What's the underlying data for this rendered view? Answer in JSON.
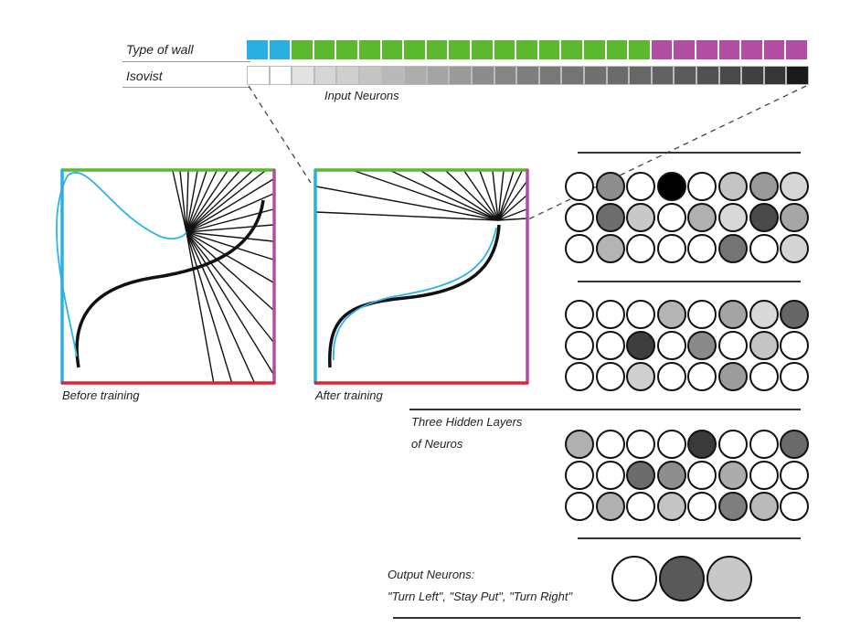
{
  "labels": {
    "type_of_wall": "Type of wall",
    "isovist": "Isovist",
    "input_neurons": "Input Neurons",
    "before_training": "Before training",
    "after_training": "After training",
    "hidden_layers_line1": "Three Hidden Layers",
    "hidden_layers_line2": "of Neuros",
    "output_neurons_line1": "Output Neurons:",
    "output_neurons_line2": "\"Turn Left\", \"Stay Put\", \"Turn Right\""
  },
  "colors": {
    "blue": "#2ab0e0",
    "green": "#5cb82e",
    "magenta": "#b24ea2",
    "red": "#dd2233",
    "path_blue": "#29b6e6",
    "path_black": "#111111"
  },
  "wall_type_row": [
    "blue",
    "blue",
    "green",
    "green",
    "green",
    "green",
    "green",
    "green",
    "green",
    "green",
    "green",
    "green",
    "green",
    "green",
    "green",
    "green",
    "green",
    "green",
    "magenta",
    "magenta",
    "magenta",
    "magenta",
    "magenta",
    "magenta",
    "magenta"
  ],
  "isovist_row": [
    "#ffffff",
    "#ffffff",
    "#e2e2e2",
    "#d6d6d6",
    "#cfcfcf",
    "#c4c4c4",
    "#b9b9b9",
    "#adadad",
    "#a4a4a4",
    "#9a9a9a",
    "#8c8c8c",
    "#858585",
    "#7e7e7e",
    "#787878",
    "#747474",
    "#707070",
    "#6b6b6b",
    "#676767",
    "#626262",
    "#5a5a5a",
    "#525252",
    "#494949",
    "#404040",
    "#363636",
    "#1a1a1a"
  ],
  "hidden_layers": [
    [
      [
        "#ffffff",
        "#8e8e8e",
        "#ffffff",
        "#000000",
        "#ffffff",
        "#c4c4c4",
        "#9a9a9a",
        "#d6d6d6"
      ],
      [
        "#ffffff",
        "#6e6e6e",
        "#c8c8c8",
        "#ffffff",
        "#b0b0b0",
        "#d8d8d8",
        "#4a4a4a",
        "#a6a6a6"
      ],
      [
        "#ffffff",
        "#b4b4b4",
        "#ffffff",
        "#ffffff",
        "#ffffff",
        "#747474",
        "#ffffff",
        "#d4d4d4"
      ]
    ],
    [
      [
        "#ffffff",
        "#ffffff",
        "#ffffff",
        "#b4b4b4",
        "#ffffff",
        "#a4a4a4",
        "#d8d8d8",
        "#666666"
      ],
      [
        "#ffffff",
        "#ffffff",
        "#3e3e3e",
        "#ffffff",
        "#8a8a8a",
        "#ffffff",
        "#c4c4c4",
        "#ffffff"
      ],
      [
        "#ffffff",
        "#ffffff",
        "#cfcfcf",
        "#ffffff",
        "#ffffff",
        "#9c9c9c",
        "#ffffff",
        "#ffffff"
      ]
    ],
    [
      [
        "#b0b0b0",
        "#ffffff",
        "#ffffff",
        "#ffffff",
        "#3a3a3a",
        "#ffffff",
        "#ffffff",
        "#6a6a6a"
      ],
      [
        "#ffffff",
        "#ffffff",
        "#6c6c6c",
        "#8e8e8e",
        "#ffffff",
        "#acacac",
        "#ffffff",
        "#ffffff"
      ],
      [
        "#ffffff",
        "#b0b0b0",
        "#ffffff",
        "#c4c4c4",
        "#ffffff",
        "#7e7e7e",
        "#bababa",
        "#ffffff"
      ]
    ]
  ],
  "output_neurons": [
    "#ffffff",
    "#595959",
    "#c8c8c8"
  ]
}
